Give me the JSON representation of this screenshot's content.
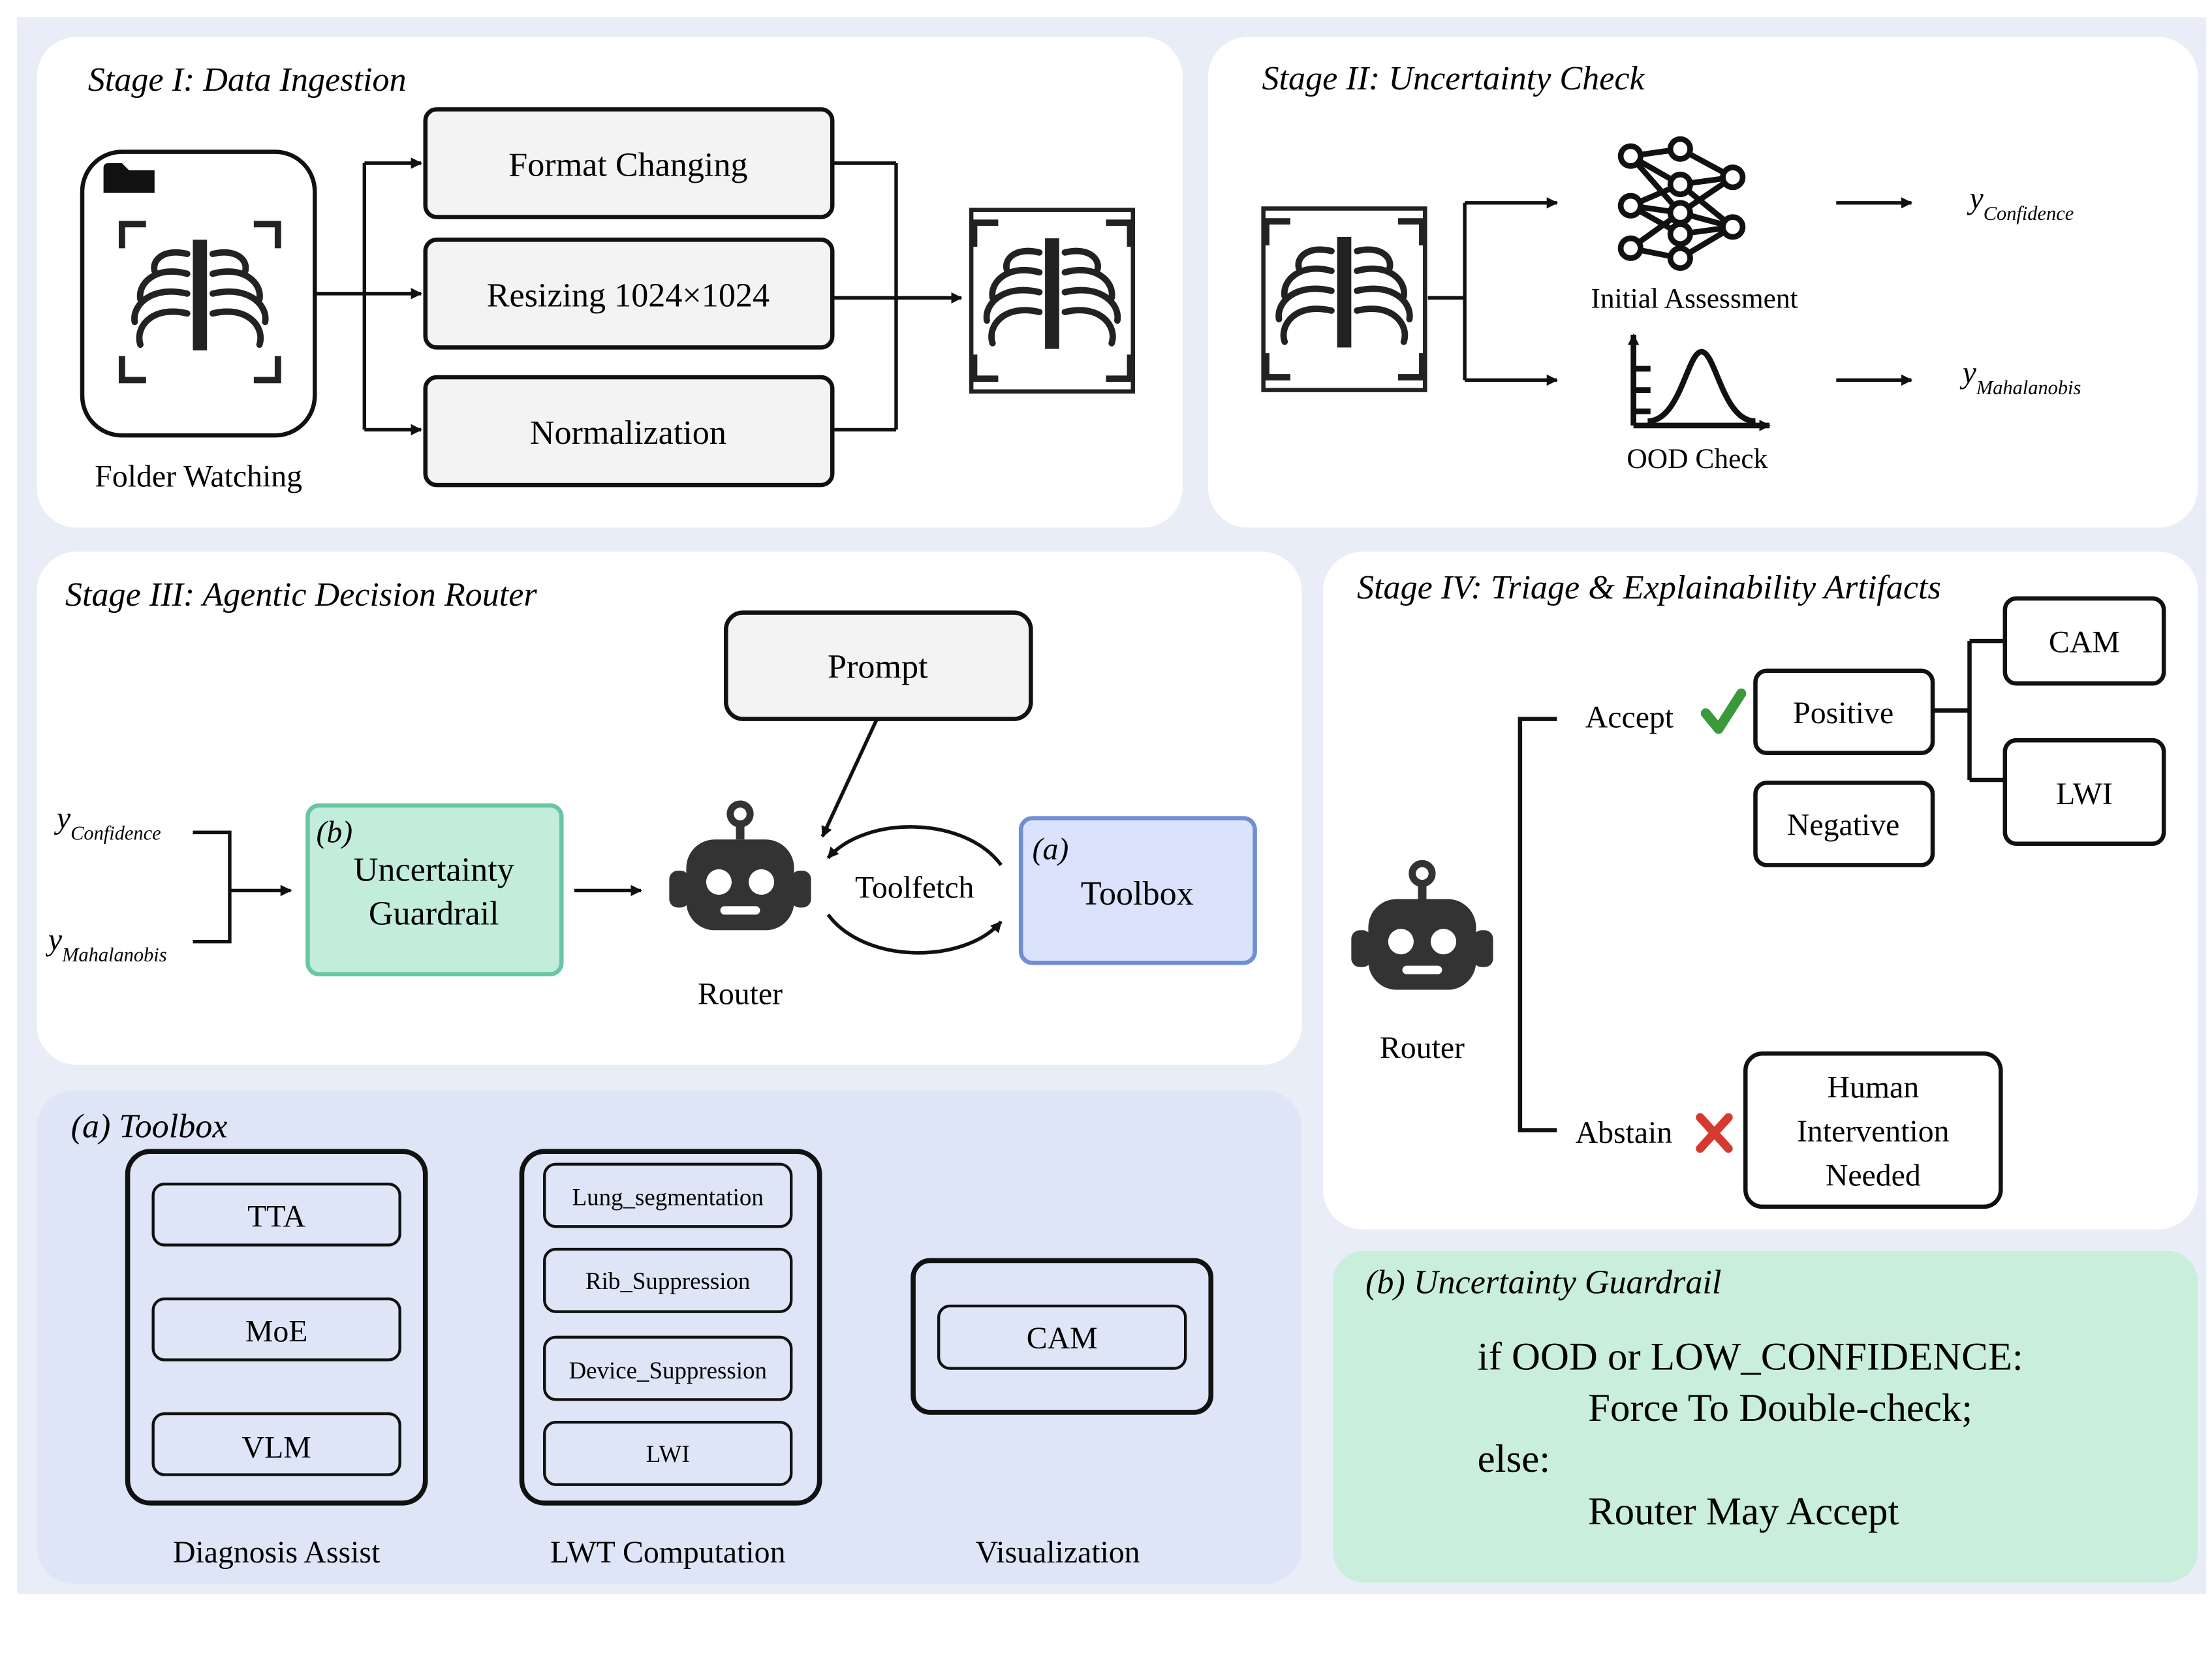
{
  "stage1": {
    "title": "Stage I: Data Ingestion",
    "folder_label": "Folder Watching",
    "steps": [
      "Format Changing",
      "Resizing 1024×1024",
      "Normalization"
    ]
  },
  "stage2": {
    "title": "Stage II: Uncertainty Check",
    "initial_label": "Initial Assessment",
    "ood_label": "OOD Check",
    "y_conf_main": "y",
    "y_conf_sub": "Confidence",
    "y_maha_main": "y",
    "y_maha_sub": "Mahalanobis"
  },
  "stage3": {
    "title": "Stage III: Agentic Decision Router",
    "y_conf_main": "y",
    "y_conf_sub": "Confidence",
    "y_maha_main": "y",
    "y_maha_sub": "Mahalanobis",
    "guardrail_tag": "(b)",
    "guardrail_line1": "Uncertainty",
    "guardrail_line2": "Guardrail",
    "prompt": "Prompt",
    "router": "Router",
    "toolfetch": "Toolfetch",
    "toolbox_tag": "(a)",
    "toolbox": "Toolbox"
  },
  "stage4": {
    "title": "Stage IV: Triage & Explainability Artifacts",
    "router": "Router",
    "accept": "Accept",
    "abstain": "Abstain",
    "positive": "Positive",
    "negative": "Negative",
    "cam": "CAM",
    "lwi": "LWI",
    "human_line1": "Human",
    "human_line2": "Intervention",
    "human_line3": "Needed"
  },
  "toolbox": {
    "title": "(a) Toolbox",
    "diagnosis": {
      "items": [
        "TTA",
        "MoE",
        "VLM"
      ],
      "label": "Diagnosis Assist"
    },
    "lwt": {
      "items": [
        "Lung_segmentation",
        "Rib_Suppression",
        "Device_Suppression",
        "LWI"
      ],
      "label": "LWT Computation"
    },
    "viz": {
      "items": [
        "CAM"
      ],
      "label": "Visualization"
    }
  },
  "guardrail": {
    "title": "(b) Uncertainty Guardrail",
    "line1": "if OOD or LOW_CONFIDENCE:",
    "line2": "Force To Double-check;",
    "line3": "else:",
    "line4": "Router May Accept"
  },
  "colors": {
    "outer_bg": "#e9edf7",
    "panel_bg": "#ffffff",
    "toolbox_panel": "#dde5f7",
    "guardrail_panel": "#c9eedc",
    "guardrail_box": "#c2ecdb",
    "guardrail_border": "#68c6a3",
    "toolbox_box": "#dae3fb",
    "toolbox_border": "#6f8ed3",
    "accept": "#3a9a3a",
    "abstain": "#d63a2f"
  }
}
